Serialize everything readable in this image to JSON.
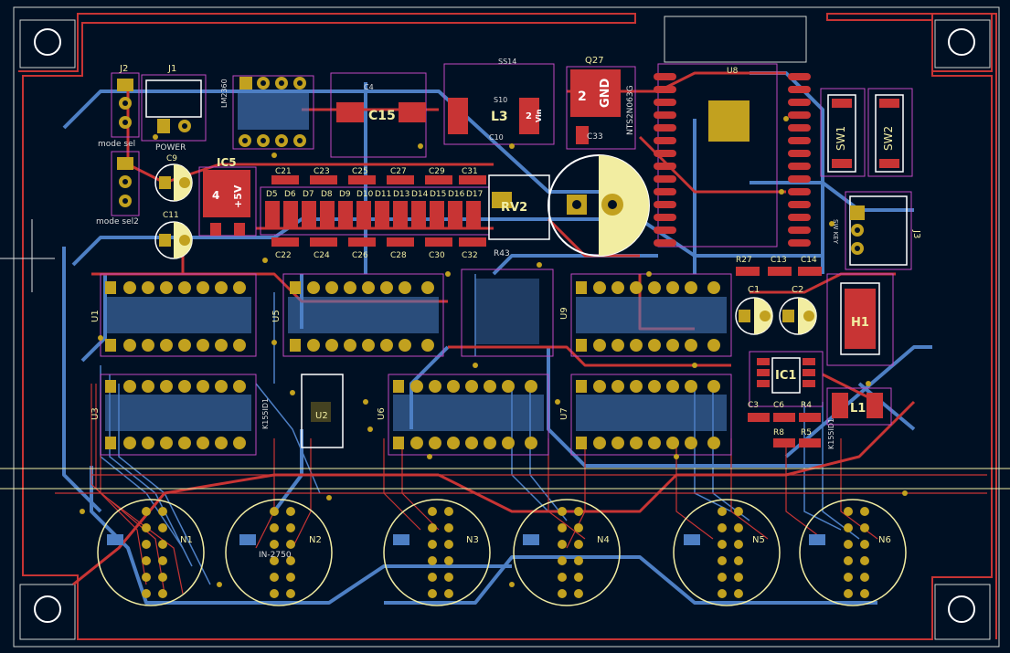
{
  "app": {
    "title": "PCB Editor"
  },
  "colors": {
    "background": "#001023",
    "front_copper": "#c83434",
    "back_copper": "#4d7fc4",
    "pad_gold": "#c2a11f",
    "silkscreen": "#f2eda1",
    "edge_cuts": "#d0d2cd",
    "courtyard": "#c248c2"
  },
  "board": {
    "connectors": {
      "J1": "J1",
      "J2": "J2",
      "J3": "J3",
      "power_label": "POWER",
      "mode_sel": "mode sel",
      "mode_sel2": "mode sel2",
      "sw_key": "SW KEY"
    },
    "ics": {
      "IC5": "IC5",
      "IC5_pin4": "4",
      "IC5_pin_label": "+5V",
      "IC1": "IC1",
      "U1": "U1",
      "U2": "U2",
      "U3": "U3",
      "U5": "U5",
      "U6": "U6",
      "U7": "U7",
      "U8": "U8",
      "U9": "U9",
      "Q27": "Q27",
      "Q27_pin": "2",
      "Q27_label": "GND",
      "Q27_part": "NTS2N063G",
      "lm_part": "LM2360",
      "k155_1": "K155ID1",
      "k155_2": "K155ID1"
    },
    "passives": {
      "C15": "C15",
      "L3": "L3",
      "L3_p2": "2",
      "L3_vin": "Vin",
      "C33": "C33",
      "RV2": "RV2",
      "H1": "H1",
      "L1": "L1",
      "C1": "C1",
      "C2": "C2",
      "C3": "C3",
      "C4": "C4",
      "C6": "C6",
      "C9": "C9",
      "C10": "C10",
      "C11": "C11",
      "R4": "R4",
      "R5": "R5",
      "R8": "R8",
      "R27": "R27",
      "R43": "R43",
      "C13": "C13",
      "C14": "C14",
      "SS14": "SS14",
      "S10": "S10",
      "SW1": "SW1",
      "SW2": "SW2",
      "top_caps": [
        "C21",
        "C23",
        "C25",
        "C27",
        "C29",
        "C31"
      ],
      "bottom_caps": [
        "C22",
        "C24",
        "C26",
        "C28",
        "C30",
        "C32"
      ],
      "diodes": [
        "D5",
        "D6",
        "D7",
        "D8",
        "D9",
        "D10",
        "D11",
        "D13",
        "D14",
        "D15",
        "D16",
        "D17"
      ]
    },
    "nixies": {
      "labels": [
        "N1",
        "N2",
        "N3",
        "N4",
        "N5",
        "N6"
      ],
      "part": "IN-2750"
    }
  }
}
